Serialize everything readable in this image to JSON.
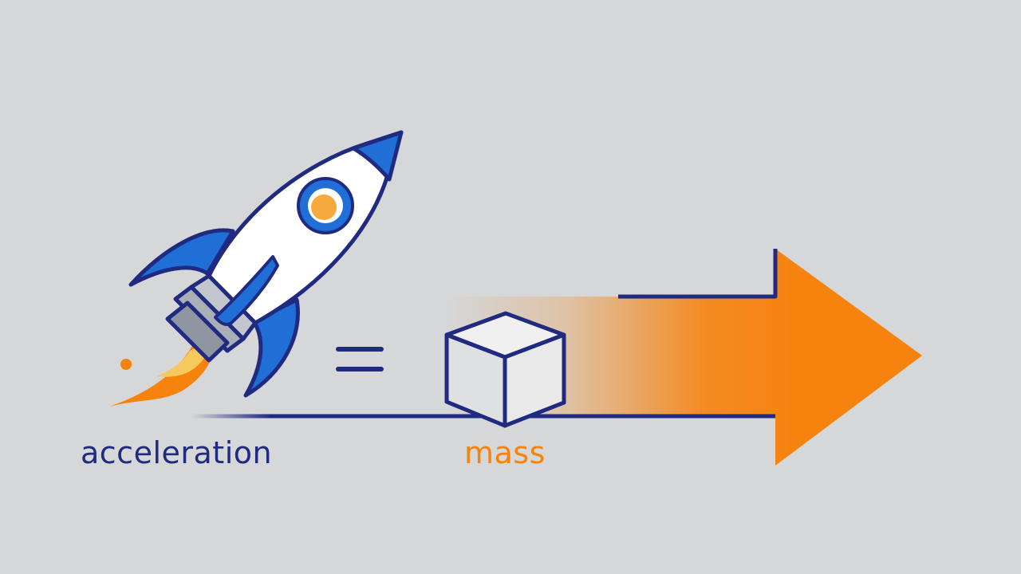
{
  "diagram": {
    "labels": {
      "acceleration": "acceleration",
      "mass": "mass"
    },
    "symbol": "equals-sign",
    "icons": [
      "rocket-icon",
      "cube-icon",
      "arrow-icon"
    ],
    "colors": {
      "background": "#d6d7d8",
      "navy": "#1f2a80",
      "orange": "#f7830f",
      "blue": "#1f6fd6",
      "white": "#ffffff",
      "grey": "#9aa0a8"
    }
  }
}
